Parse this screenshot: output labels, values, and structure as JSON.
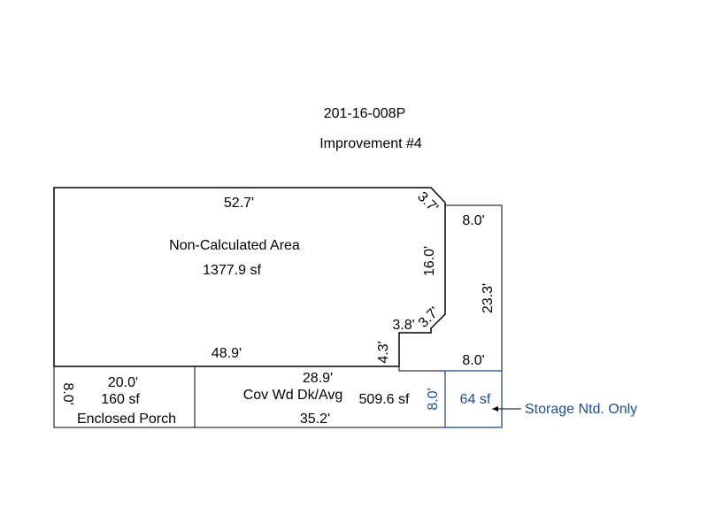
{
  "header": {
    "parcel_id": "201-16-008P",
    "improvement": "Improvement #4"
  },
  "main_area": {
    "name": "Non-Calculated Area",
    "area": "1377.9 sf",
    "dims": {
      "top": "52.7'",
      "diag_top": "3.7'",
      "right": "16.0'",
      "diag_bottom": "3.7'",
      "step_top": "3.8'",
      "step_side": "4.3'",
      "bottom": "48.9'"
    }
  },
  "right_strip": {
    "top_width": "8.0'",
    "height": "23.3'",
    "bottom_width": "8.0'"
  },
  "porch": {
    "width": "20.0'",
    "height": "8.0'",
    "area": "160 sf",
    "name": "Enclosed Porch"
  },
  "deck": {
    "top": "28.9'",
    "name": "Cov Wd Dk/Avg",
    "area": "509.6 sf",
    "bottom": "35.2'"
  },
  "storage": {
    "height": "8.0'",
    "area": "64 sf",
    "callout": "Storage Ntd. Only"
  },
  "colors": {
    "lines": "#000000",
    "storage": "#1f4e8c"
  }
}
